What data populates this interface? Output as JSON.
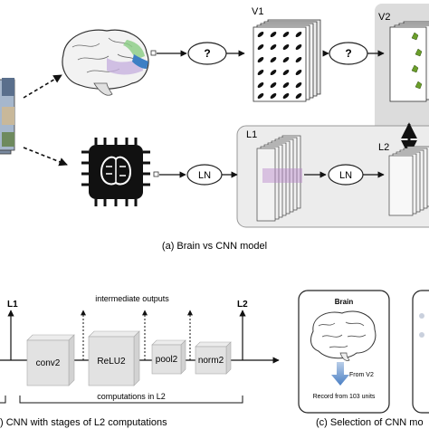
{
  "panel_a": {
    "caption": "(a) Brain vs CNN model",
    "top_row": {
      "q1": "?",
      "q2": "?",
      "v1_label": "V1",
      "v2_label": "V2"
    },
    "bottom_row": {
      "ln1": "LN",
      "ln2": "LN",
      "l1_label": "L1",
      "l2_label": "L2"
    }
  },
  "panel_b": {
    "caption": ") CNN with stages of L2 computations",
    "l1_label": "L1",
    "l2_label": "L2",
    "intermediate_label": "intermediate outputs",
    "stages": [
      "conv2",
      "ReLU2",
      "pool2",
      "norm2"
    ],
    "computations_label": "computations in L2"
  },
  "panel_c": {
    "caption": "(c) Selection of CNN mo",
    "brain_title": "Brain",
    "from_label": "From V2",
    "record_label": "Record from 103 units"
  }
}
